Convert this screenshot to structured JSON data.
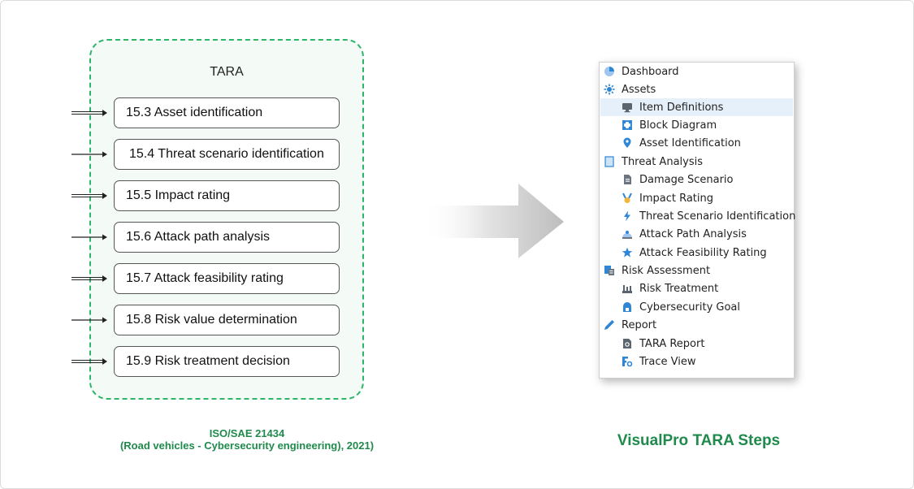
{
  "tara": {
    "title": "TARA",
    "steps": [
      "15.3 Asset identification",
      "15.4 Threat scenario identification",
      "15.5 Impact rating",
      "15.6 Attack path analysis",
      "15.7 Attack feasibility rating",
      "15.8 Risk value determination",
      "15.9 Risk treatment decision"
    ]
  },
  "standard_caption": {
    "line1": "ISO/SAE 21434",
    "line2": "(Road vehicles - Cybersecurity engineering), 2021)"
  },
  "tree": {
    "items": [
      {
        "label": "Dashboard",
        "icon": "dashboard-icon",
        "level": 0
      },
      {
        "label": "Assets",
        "icon": "assets-icon",
        "level": 0
      },
      {
        "label": "Item Definitions",
        "icon": "monitor-icon",
        "level": 1,
        "selected": true
      },
      {
        "label": "Block Diagram",
        "icon": "block-diagram-icon",
        "level": 1
      },
      {
        "label": "Asset Identification",
        "icon": "location-pin-icon",
        "level": 1
      },
      {
        "label": "Threat Analysis",
        "icon": "threat-analysis-icon",
        "level": 0
      },
      {
        "label": "Damage Scenario",
        "icon": "document-icon",
        "level": 1
      },
      {
        "label": "Impact Rating",
        "icon": "medal-icon",
        "level": 1
      },
      {
        "label": "Threat Scenario Identification",
        "icon": "lightning-icon",
        "level": 1
      },
      {
        "label": "Attack Path Analysis",
        "icon": "path-icon",
        "level": 1
      },
      {
        "label": "Attack Feasibility Rating",
        "icon": "star-icon",
        "level": 1
      },
      {
        "label": "Risk Assessment",
        "icon": "risk-assessment-icon",
        "level": 0
      },
      {
        "label": "Risk Treatment",
        "icon": "factory-icon",
        "level": 1
      },
      {
        "label": "Cybersecurity Goal",
        "icon": "shield-icon",
        "level": 1
      },
      {
        "label": "Report",
        "icon": "pencil-icon",
        "level": 0
      },
      {
        "label": "TARA Report",
        "icon": "report-icon",
        "level": 1
      },
      {
        "label": "Trace View",
        "icon": "trace-icon",
        "level": 1
      }
    ]
  },
  "steps_caption": "VisualPro TARA Steps",
  "colors": {
    "accent_green": "#1f8a4c",
    "dashed_border": "#2fb56a",
    "icon_blue": "#2f86d6",
    "selected_bg": "#e6f0fa"
  }
}
